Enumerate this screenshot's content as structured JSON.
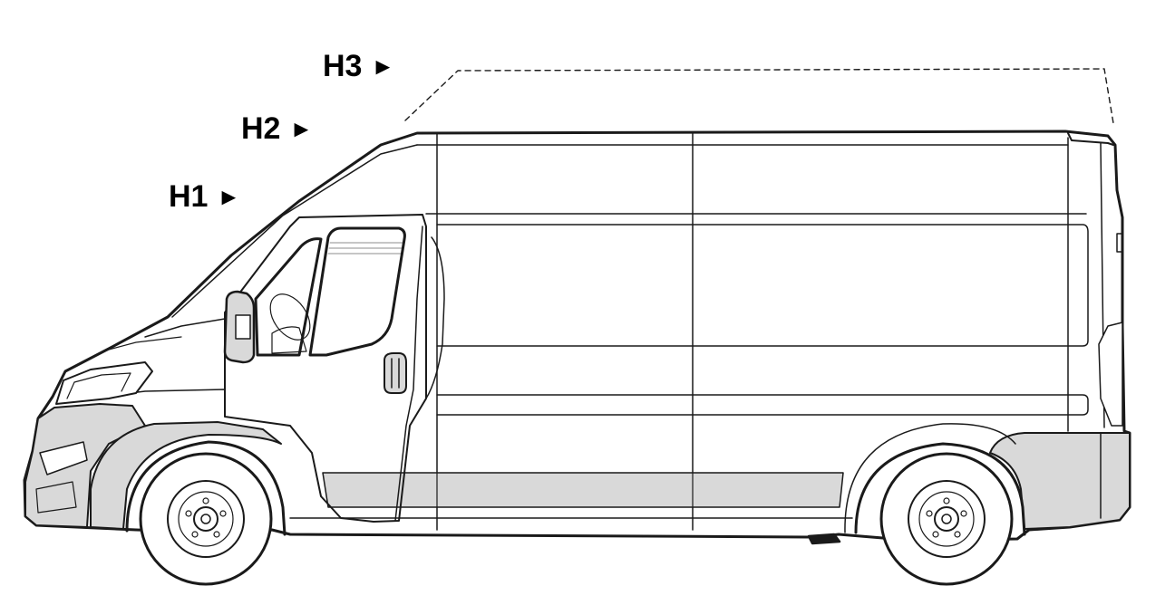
{
  "labels": {
    "h1": "H1",
    "h2": "H2",
    "h3": "H3",
    "arrow": "►"
  },
  "colors": {
    "outline": "#1a1a1a",
    "panel_fill": "#d9d9d9",
    "body_fill": "#ffffff"
  }
}
